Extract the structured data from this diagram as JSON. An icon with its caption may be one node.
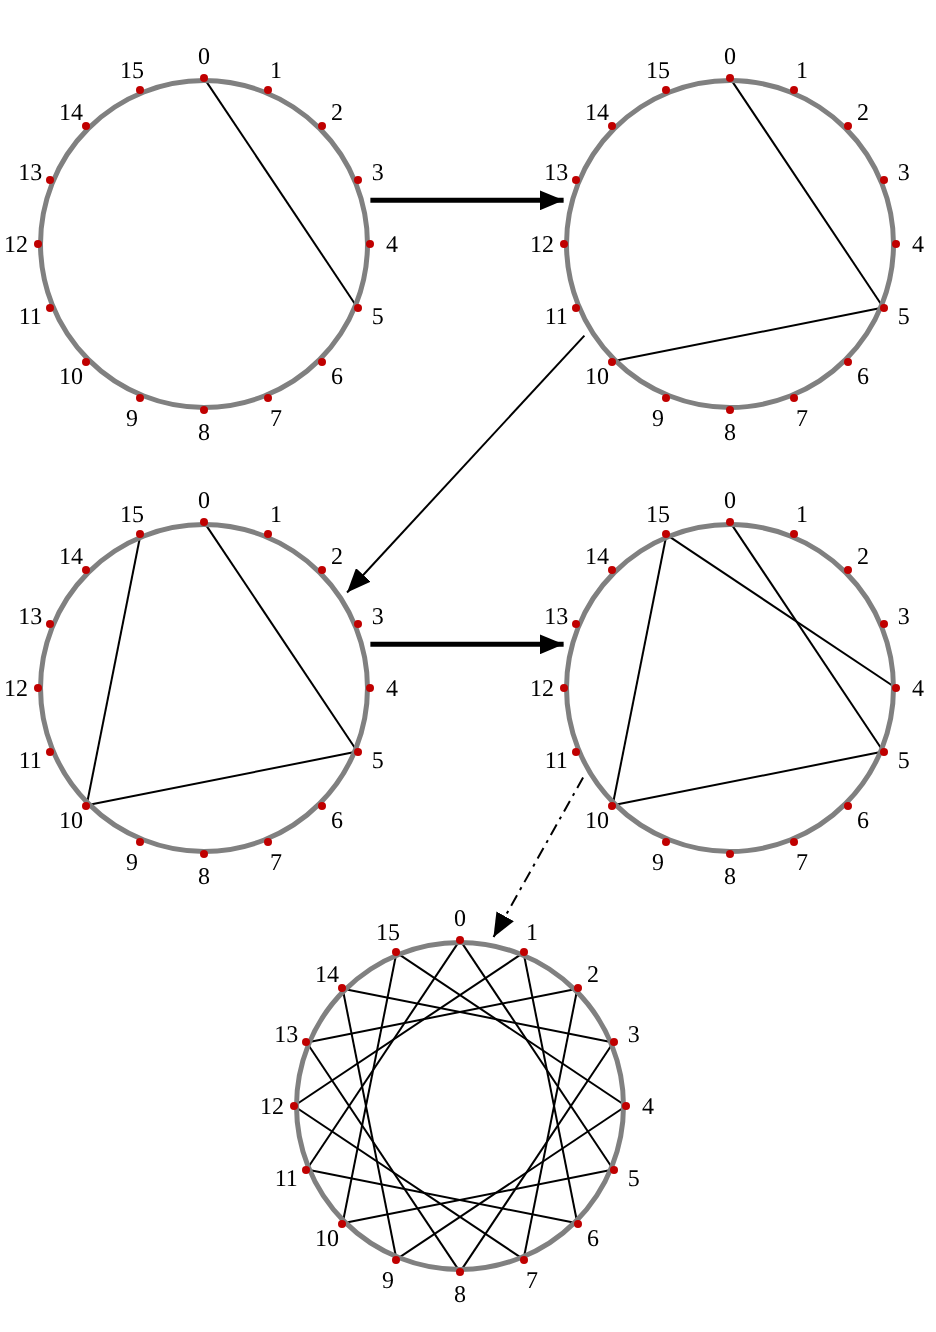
{
  "diagram": {
    "nodes": [
      {
        "text": [],
        "shape": "circle"
      },
      {
        "text": [],
        "shape": "circle",
        "beside": [
          "0"
        ],
        "in": 0
      },
      {
        "text": [],
        "shape": "circle",
        "beside": [
          "1"
        ],
        "in": 0
      },
      {
        "text": [],
        "shape": "circle",
        "beside": [
          "2"
        ],
        "in": 0
      },
      {
        "text": [],
        "shape": "circle",
        "beside": [
          "3"
        ],
        "in": 0
      },
      {
        "text": [],
        "shape": "circle",
        "beside": [
          "4"
        ],
        "in": 0
      },
      {
        "text": [],
        "shape": "circle",
        "beside": [
          "5"
        ],
        "in": 0
      },
      {
        "text": [],
        "shape": "circle",
        "beside": [
          "6"
        ],
        "in": 0
      },
      {
        "text": [],
        "shape": "circle",
        "beside": [
          "7"
        ],
        "in": 0
      },
      {
        "text": [],
        "shape": "circle",
        "beside": [
          "8"
        ],
        "in": 0
      },
      {
        "text": [],
        "shape": "circle",
        "beside": [
          "9"
        ],
        "in": 0
      },
      {
        "text": [],
        "shape": "circle",
        "beside": [
          "10"
        ],
        "in": 0
      },
      {
        "text": [],
        "shape": "circle",
        "beside": [
          "11"
        ],
        "in": 0
      },
      {
        "text": [],
        "shape": "circle",
        "beside": [
          "12"
        ],
        "in": 0
      },
      {
        "text": [],
        "shape": "circle",
        "beside": [
          "13"
        ],
        "in": 0
      },
      {
        "text": [],
        "shape": "circle",
        "beside": [
          "14"
        ],
        "in": 0
      },
      {
        "text": [],
        "shape": "circle",
        "beside": [
          "15"
        ],
        "in": 0
      },
      {
        "text": [],
        "shape": "circle"
      },
      {
        "text": [],
        "shape": "circle",
        "beside": [
          "0"
        ],
        "in": 17
      },
      {
        "text": [],
        "shape": "circle",
        "beside": [
          "1"
        ],
        "in": 17
      },
      {
        "text": [],
        "shape": "circle",
        "beside": [
          "2"
        ],
        "in": 17
      },
      {
        "text": [],
        "shape": "circle",
        "beside": [
          "3"
        ],
        "in": 17
      },
      {
        "text": [],
        "shape": "circle",
        "beside": [
          "4"
        ],
        "in": 17
      },
      {
        "text": [],
        "shape": "circle",
        "beside": [
          "5"
        ],
        "in": 17
      },
      {
        "text": [],
        "shape": "circle",
        "beside": [
          "6"
        ],
        "in": 17
      },
      {
        "text": [],
        "shape": "circle",
        "beside": [
          "7"
        ],
        "in": 17
      },
      {
        "text": [],
        "shape": "circle",
        "beside": [
          "8"
        ],
        "in": 17
      },
      {
        "text": [],
        "shape": "circle",
        "beside": [
          "9"
        ],
        "in": 17
      },
      {
        "text": [],
        "shape": "circle",
        "beside": [
          "10"
        ],
        "in": 17
      },
      {
        "text": [],
        "shape": "circle",
        "beside": [
          "11"
        ],
        "in": 17
      },
      {
        "text": [],
        "shape": "circle",
        "beside": [
          "12"
        ],
        "in": 17
      },
      {
        "text": [],
        "shape": "circle",
        "beside": [
          "13"
        ],
        "in": 17
      },
      {
        "text": [],
        "shape": "circle",
        "beside": [
          "14"
        ],
        "in": 17
      },
      {
        "text": [],
        "shape": "circle",
        "beside": [
          "15"
        ],
        "in": 17
      },
      {
        "text": [],
        "shape": "circle"
      },
      {
        "text": [],
        "shape": "circle",
        "beside": [
          "0"
        ],
        "in": 34
      },
      {
        "text": [],
        "shape": "circle",
        "beside": [
          "1"
        ],
        "in": 34
      },
      {
        "text": [],
        "shape": "circle",
        "beside": [
          "2"
        ],
        "in": 34
      },
      {
        "text": [],
        "shape": "circle",
        "beside": [
          "3"
        ],
        "in": 34
      },
      {
        "text": [],
        "shape": "circle",
        "beside": [
          "4"
        ],
        "in": 34
      },
      {
        "text": [],
        "shape": "circle",
        "beside": [
          "5"
        ],
        "in": 34
      },
      {
        "text": [],
        "shape": "circle",
        "beside": [
          "6"
        ],
        "in": 34
      },
      {
        "text": [],
        "shape": "circle",
        "beside": [
          "7"
        ],
        "in": 34
      },
      {
        "text": [],
        "shape": "circle",
        "beside": [
          "8"
        ],
        "in": 34
      },
      {
        "text": [],
        "shape": "circle",
        "beside": [
          "9"
        ],
        "in": 34
      },
      {
        "text": [],
        "shape": "circle",
        "beside": [
          "10"
        ],
        "in": 34
      },
      {
        "text": [],
        "shape": "circle",
        "beside": [
          "11"
        ],
        "in": 34
      },
      {
        "text": [],
        "shape": "circle",
        "beside": [
          "12"
        ],
        "in": 34
      },
      {
        "text": [],
        "shape": "circle",
        "beside": [
          "13"
        ],
        "in": 34
      },
      {
        "text": [],
        "shape": "circle",
        "beside": [
          "14"
        ],
        "in": 34
      },
      {
        "text": [],
        "shape": "circle",
        "beside": [
          "15"
        ],
        "in": 34
      },
      {
        "text": [],
        "shape": "circle"
      },
      {
        "text": [],
        "shape": "circle",
        "beside": [
          "0"
        ],
        "in": 51
      },
      {
        "text": [],
        "shape": "circle",
        "beside": [
          "1"
        ],
        "in": 51
      },
      {
        "text": [],
        "shape": "circle",
        "beside": [
          "2"
        ],
        "in": 51
      },
      {
        "text": [],
        "shape": "circle",
        "beside": [
          "3"
        ],
        "in": 51
      },
      {
        "text": [],
        "shape": "circle",
        "beside": [
          "4"
        ],
        "in": 51
      },
      {
        "text": [],
        "shape": "circle",
        "beside": [
          "5"
        ],
        "in": 51
      },
      {
        "text": [],
        "shape": "circle",
        "beside": [
          "6"
        ],
        "in": 51
      },
      {
        "text": [],
        "shape": "circle",
        "beside": [
          "7"
        ],
        "in": 51
      },
      {
        "text": [],
        "shape": "circle",
        "beside": [
          "8"
        ],
        "in": 51
      },
      {
        "text": [],
        "shape": "circle",
        "beside": [
          "9"
        ],
        "in": 51
      },
      {
        "text": [],
        "shape": "circle",
        "beside": [
          "10"
        ],
        "in": 51
      },
      {
        "text": [],
        "shape": "circle",
        "beside": [
          "11"
        ],
        "in": 51
      },
      {
        "text": [],
        "shape": "circle",
        "beside": [
          "12"
        ],
        "in": 51
      },
      {
        "text": [],
        "shape": "circle",
        "beside": [
          "13"
        ],
        "in": 51
      },
      {
        "text": [],
        "shape": "circle",
        "beside": [
          "14"
        ],
        "in": 51
      },
      {
        "text": [],
        "shape": "circle",
        "beside": [
          "15"
        ],
        "in": 51
      },
      {
        "text": [],
        "shape": "circle"
      },
      {
        "text": [],
        "shape": "circle",
        "beside": [
          "0"
        ],
        "in": 68
      },
      {
        "text": [],
        "shape": "circle",
        "beside": [
          "1"
        ],
        "in": 68
      },
      {
        "text": [],
        "shape": "circle",
        "beside": [
          "2"
        ],
        "in": 68
      },
      {
        "text": [],
        "shape": "circle",
        "beside": [
          "3"
        ],
        "in": 68
      },
      {
        "text": [],
        "shape": "circle",
        "beside": [
          "4"
        ],
        "in": 68
      },
      {
        "text": [],
        "shape": "circle",
        "beside": [
          "5"
        ],
        "in": 68
      },
      {
        "text": [],
        "shape": "circle",
        "beside": [
          "6"
        ],
        "in": 68
      },
      {
        "text": [],
        "shape": "circle",
        "beside": [
          "7"
        ],
        "in": 68
      },
      {
        "text": [],
        "shape": "circle",
        "beside": [
          "8"
        ],
        "in": 68
      },
      {
        "text": [],
        "shape": "circle",
        "beside": [
          "9"
        ],
        "in": 68
      },
      {
        "text": [],
        "shape": "circle",
        "beside": [
          "10"
        ],
        "in": 68
      },
      {
        "text": [],
        "shape": "circle",
        "beside": [
          "11"
        ],
        "in": 68
      },
      {
        "text": [],
        "shape": "circle",
        "beside": [
          "12"
        ],
        "in": 68
      },
      {
        "text": [],
        "shape": "circle",
        "beside": [
          "13"
        ],
        "in": 68
      },
      {
        "text": [],
        "shape": "circle",
        "beside": [
          "14"
        ],
        "in": 68
      },
      {
        "text": [],
        "shape": "circle",
        "beside": [
          "15"
        ],
        "in": 68
      }
    ],
    "edges": [
      {
        "from": 0,
        "to": 17,
        "arrow": "to",
        "style": "thick"
      },
      {
        "from": 17,
        "to": 34,
        "arrow": "to"
      },
      {
        "from": 34,
        "to": 51,
        "arrow": "to",
        "style": "thick"
      },
      {
        "from": 51,
        "to": 68,
        "arrow": "to",
        "style": "dashed"
      },
      {
        "from": 1,
        "to": 6,
        "arrow": "none"
      },
      {
        "from": 18,
        "to": 23,
        "arrow": "none"
      },
      {
        "from": 23,
        "to": 28,
        "arrow": "none"
      },
      {
        "from": 35,
        "to": 40,
        "arrow": "none"
      },
      {
        "from": 40,
        "to": 45,
        "arrow": "none"
      },
      {
        "from": 45,
        "to": 50,
        "arrow": "none"
      },
      {
        "from": 52,
        "to": 57,
        "arrow": "none"
      },
      {
        "from": 57,
        "to": 62,
        "arrow": "none"
      },
      {
        "from": 62,
        "to": 67,
        "arrow": "none"
      },
      {
        "from": 67,
        "to": 56,
        "arrow": "none"
      },
      {
        "from": 69,
        "to": 74,
        "arrow": "none"
      },
      {
        "from": 74,
        "to": 79,
        "arrow": "none"
      },
      {
        "from": 79,
        "to": 84,
        "arrow": "none"
      },
      {
        "from": 84,
        "to": 73,
        "arrow": "none"
      },
      {
        "from": 73,
        "to": 78,
        "arrow": "none"
      },
      {
        "from": 78,
        "to": 83,
        "arrow": "none"
      },
      {
        "from": 83,
        "to": 72,
        "arrow": "none"
      },
      {
        "from": 72,
        "to": 77,
        "arrow": "none"
      },
      {
        "from": 77,
        "to": 82,
        "arrow": "none"
      },
      {
        "from": 82,
        "to": 71,
        "arrow": "none"
      },
      {
        "from": 71,
        "to": 76,
        "arrow": "none"
      },
      {
        "from": 76,
        "to": 81,
        "arrow": "none"
      },
      {
        "from": 81,
        "to": 70,
        "arrow": "none"
      },
      {
        "from": 70,
        "to": 75,
        "arrow": "none"
      },
      {
        "from": 75,
        "to": 80,
        "arrow": "none"
      },
      {
        "from": 80,
        "to": 69,
        "arrow": "none"
      }
    ]
  }
}
